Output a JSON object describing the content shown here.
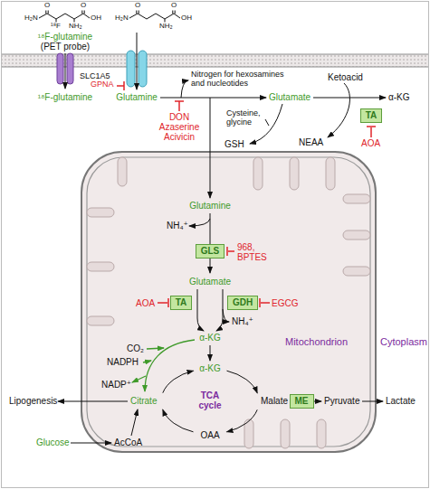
{
  "diagram": {
    "nodes": [
      {
        "text": [
          "TA"
        ]
      },
      {
        "text": [
          "Mitochondrion"
        ]
      },
      {
        "text": [
          "GLS"
        ],
        "in": 1
      },
      {
        "text": [
          "TA"
        ],
        "in": 1
      },
      {
        "text": [
          "GDH"
        ],
        "in": 1
      },
      {
        "text": [
          "ME"
        ],
        "in": 1
      }
    ],
    "labels": [
      "H₂N",
      "O",
      "O",
      "OH",
      "¹⁸F",
      "NH₂",
      "H₂N",
      "O",
      "O",
      "OH",
      "NH₂",
      "¹⁸F-glutamine",
      "(PET probe)",
      "SLC1A5",
      "GPNA",
      "¹⁸F-glutamine",
      "Glutamine",
      "Nitrogen for hexosamines and nucleotides",
      "Glutamate",
      "Ketoacid",
      "α-KG",
      "DON Azaserine Acivicin",
      "Cysteine, glycine",
      "GSH",
      "NEAA",
      "AOA",
      "Glutamine",
      "NH₄⁺",
      "968, BPTES",
      "Glutamate",
      "AOA",
      "EGCG",
      "NH₄⁺",
      "α-KG",
      "CO₂",
      "NADPH",
      "NADP⁺",
      "α-KG",
      "Lipogenesis",
      "Citrate",
      "TCA cycle",
      "Malate",
      "Pyruvate",
      "Lactate",
      "OAA",
      "Glucose",
      "AcCoA",
      "Cytoplasm"
    ]
  }
}
